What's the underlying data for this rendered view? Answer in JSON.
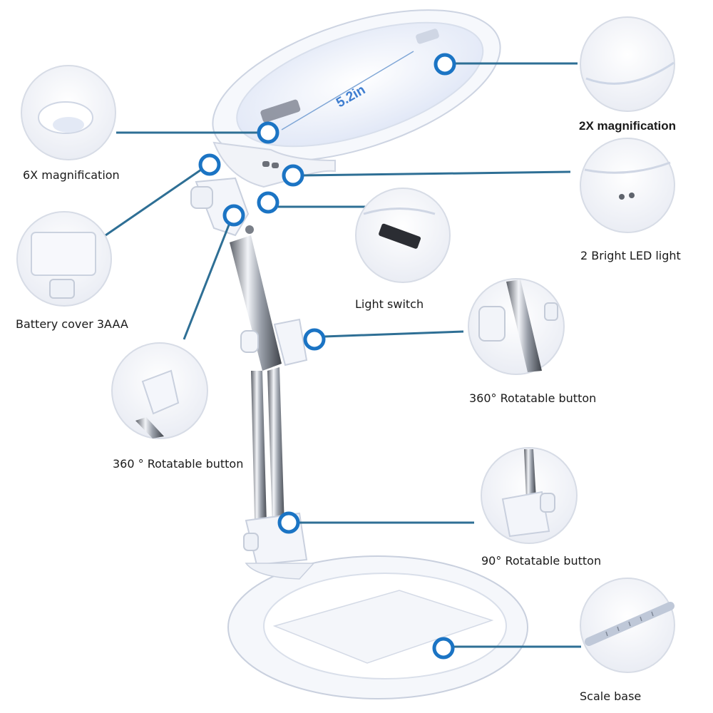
{
  "measure_label": "5.2in",
  "labels": {
    "mag_2x": "2X magnification",
    "mag_6x": "6X magnification",
    "led_light": "2 Bright LED light",
    "battery_cover": "Battery cover 3AAA",
    "light_switch": "Light switch",
    "rotatable_360_right": "360° Rotatable button",
    "rotatable_360_left": "360 ° Rotatable button",
    "rotatable_90": "90° Rotatable button",
    "scale_base": "Scale base"
  },
  "colors": {
    "callout_line": "#2e6f95",
    "marker_ring": "#1b74c4",
    "lamp_body": "#f4f6fb",
    "lens": "#eef3ff",
    "chrome": "#8a8f99"
  },
  "icons": {
    "marker": "callout-marker-icon",
    "product": "magnifier-lamp-icon"
  }
}
